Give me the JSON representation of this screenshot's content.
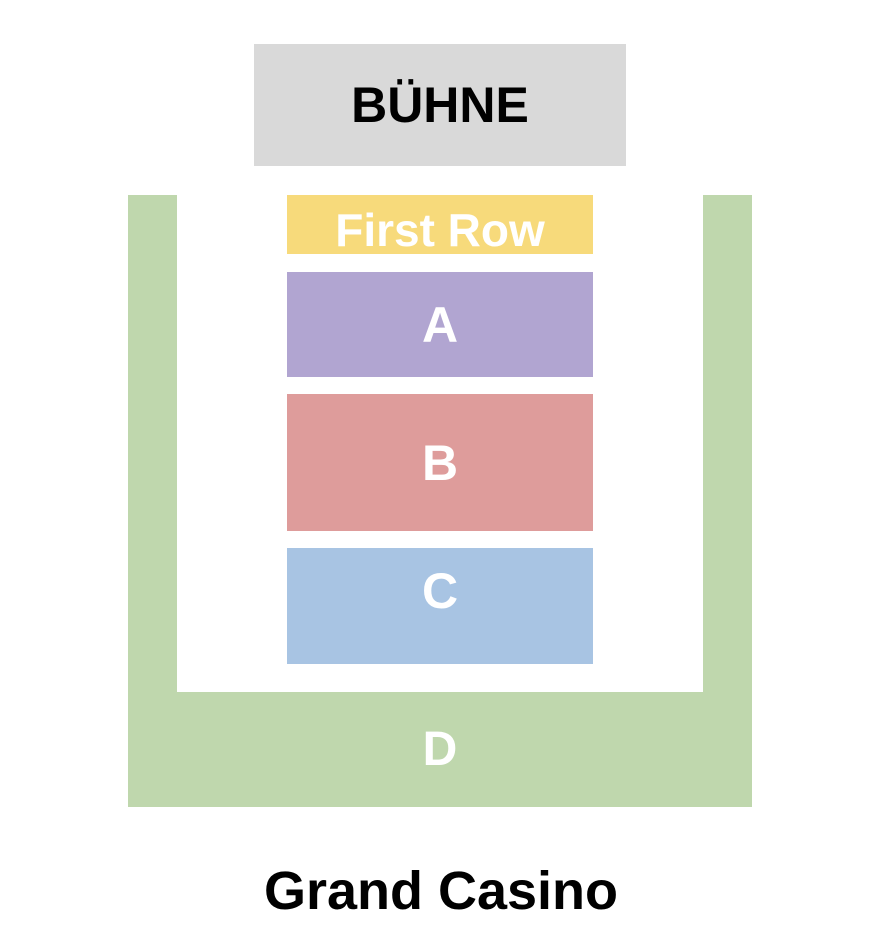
{
  "stage": {
    "label": "BÜHNE",
    "color": "#d9d9d9"
  },
  "sections": {
    "first_row": {
      "label": "First Row",
      "color": "#f7da7b"
    },
    "a": {
      "label": "A",
      "color": "#b1a5d1"
    },
    "b": {
      "label": "B",
      "color": "#de9c9b"
    },
    "c": {
      "label": "C",
      "color": "#a8c4e3"
    },
    "d": {
      "label": "D",
      "color": "#bfd7ad"
    }
  },
  "venue": {
    "name": "Grand Casino"
  }
}
